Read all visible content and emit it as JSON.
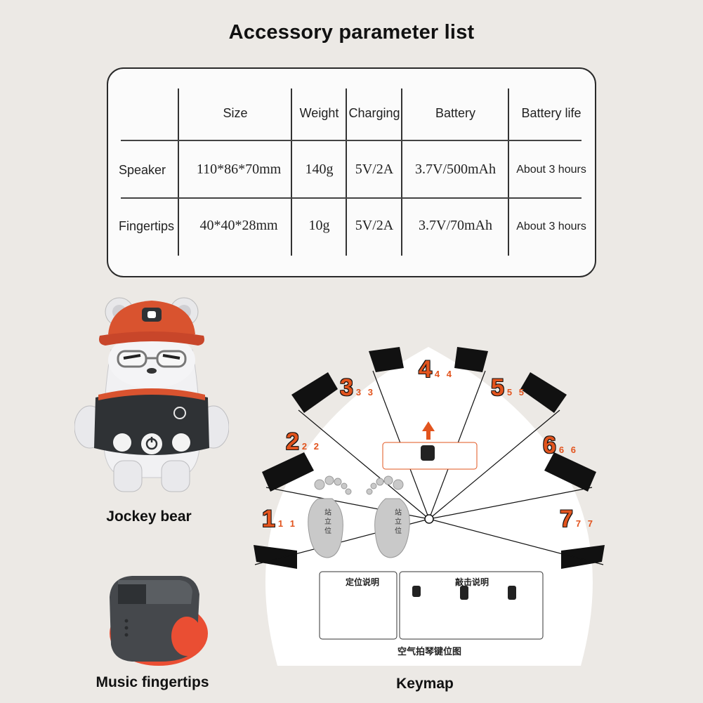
{
  "title": "Accessory parameter list",
  "table": {
    "headers": [
      "Size",
      "Weight",
      "Charging",
      "Battery",
      "Battery life"
    ],
    "rows": [
      {
        "name": "Speaker",
        "size": "110*86*70mm",
        "weight": "140g",
        "charging": "5V/2A",
        "battery": "3.7V/500mAh",
        "life": "About 3 hours"
      },
      {
        "name": "Fingertips",
        "size": "40*40*28mm",
        "weight": "10g",
        "charging": "5V/2A",
        "battery": "3.7V/70mAh",
        "life": "About 3 hours"
      }
    ]
  },
  "products": {
    "bear_caption": "Jockey bear",
    "fingertips_caption": "Music fingertips",
    "keymap_caption": "Keymap"
  },
  "keymap": {
    "keys": [
      {
        "digit": "1",
        "sub": "1 1"
      },
      {
        "digit": "2",
        "sub": "2 2"
      },
      {
        "digit": "3",
        "sub": "3 3"
      },
      {
        "digit": "4",
        "sub": "4 4"
      },
      {
        "digit": "5",
        "sub": "5 5"
      },
      {
        "digit": "6",
        "sub": "6 6"
      },
      {
        "digit": "7",
        "sub": "7 7"
      }
    ],
    "foot_label": "站立位",
    "panel_left_title": "定位说明",
    "panel_right_title": "敲击说明",
    "bottom_title": "空气拍琴键位图"
  },
  "colors": {
    "background": "#ece9e5",
    "accent_orange": "#e2541e",
    "bear_hat": "#d9532f",
    "ring_band": "#ea4e33"
  }
}
